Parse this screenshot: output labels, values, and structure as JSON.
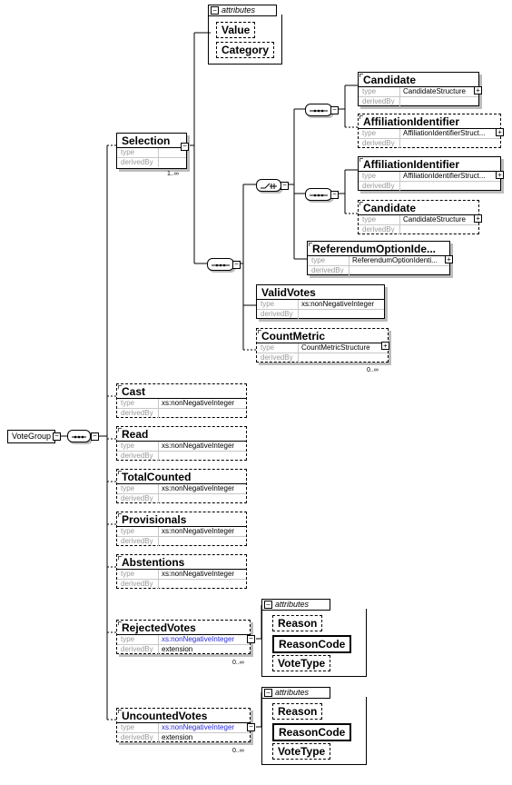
{
  "root": {
    "name": "VoteGroup"
  },
  "attribute_groups": [
    {
      "label": "attributes",
      "items": [
        {
          "name": "Value",
          "style": "dashed"
        },
        {
          "name": "Category",
          "style": "dashed"
        }
      ]
    },
    {
      "label": "attributes",
      "items": [
        {
          "name": "Reason",
          "style": "dashed"
        },
        {
          "name": "ReasonCode",
          "style": "solid"
        },
        {
          "name": "VoteType",
          "style": "dashed"
        }
      ]
    },
    {
      "label": "attributes",
      "items": [
        {
          "name": "Reason",
          "style": "dashed"
        },
        {
          "name": "ReasonCode",
          "style": "solid"
        },
        {
          "name": "VoteType",
          "style": "dashed"
        }
      ]
    }
  ],
  "elements": {
    "selection": {
      "name": "Selection",
      "type": "",
      "derivedBy": "",
      "cardinality": "1..∞"
    },
    "candidate_1": {
      "name": "Candidate",
      "type": "CandidateStructure",
      "derivedBy": ""
    },
    "affiliation_1": {
      "name": "AffiliationIdentifier",
      "type": "AffiliationIdentifierStruct...",
      "derivedBy": ""
    },
    "affiliation_2": {
      "name": "AffiliationIdentifier",
      "type": "AffiliationIdentifierStruct...",
      "derivedBy": ""
    },
    "candidate_2": {
      "name": "Candidate",
      "type": "CandidateStructure",
      "derivedBy": ""
    },
    "referendum": {
      "name": "ReferendumOptionIde...",
      "type": "ReferendumOptionIdenti...",
      "derivedBy": ""
    },
    "validvotes": {
      "name": "ValidVotes",
      "type": "xs:nonNegativeInteger",
      "derivedBy": ""
    },
    "countmetric": {
      "name": "CountMetric",
      "type": "CountMetricStructure",
      "derivedBy": "",
      "cardinality": "0..∞"
    },
    "cast": {
      "name": "Cast",
      "type": "xs:nonNegativeInteger",
      "derivedBy": ""
    },
    "read": {
      "name": "Read",
      "type": "xs:nonNegativeInteger",
      "derivedBy": ""
    },
    "totalcounted": {
      "name": "TotalCounted",
      "type": "xs:nonNegativeInteger",
      "derivedBy": ""
    },
    "provisionals": {
      "name": "Provisionals",
      "type": "xs:nonNegativeInteger",
      "derivedBy": ""
    },
    "abstentions": {
      "name": "Abstentions",
      "type": "xs:nonNegativeInteger",
      "derivedBy": ""
    },
    "rejectedvotes": {
      "name": "RejectedVotes",
      "type": "xs:nonNegativeInteger",
      "derivedBy": "extension",
      "cardinality": "0..∞"
    },
    "uncountedvotes": {
      "name": "UncountedVotes",
      "type": "xs:nonNegativeInteger",
      "derivedBy": "extension",
      "cardinality": "0..∞"
    }
  },
  "labels": {
    "type": "type",
    "derivedBy": "derivedBy"
  },
  "colors": {
    "link_type": "#2b2bd6",
    "shadow": "#bcbcbc"
  }
}
